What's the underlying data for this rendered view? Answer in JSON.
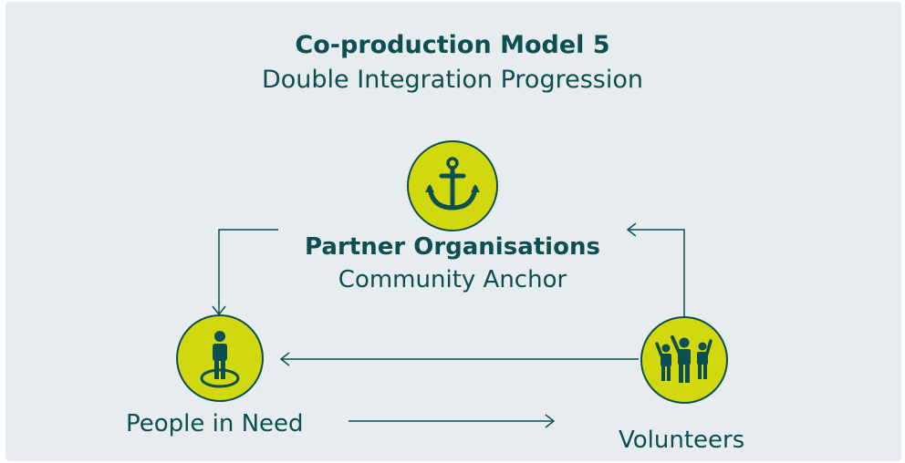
{
  "title": "Co-production Model 5",
  "subtitle": "Double Integration Progression",
  "nodes": {
    "partner": {
      "title": "Partner Organisations",
      "subtitle": "Community Anchor",
      "icon": "anchor-icon"
    },
    "people": {
      "label": "People in Need",
      "icon": "person-on-ring-icon"
    },
    "volunteers": {
      "label": "Volunteers",
      "icon": "group-waving-icon"
    }
  },
  "colors": {
    "background": "#e7ecee",
    "text": "#0c4f52",
    "node_fill": "#d2d80e",
    "line": "#0c4f52"
  }
}
